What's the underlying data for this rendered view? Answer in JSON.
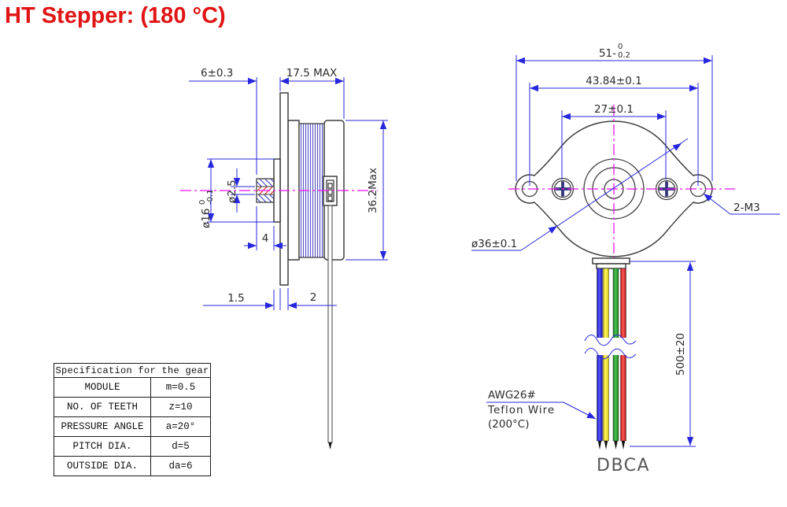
{
  "title": "HT Stepper: (180 °C)",
  "colors": {
    "title_red": "#e11414",
    "dim_blue": "#2727dd",
    "centerline_magenta": "#ef10ef",
    "outline_dark": "#3f3f3f",
    "lamination_blue": "#5353c8",
    "hatch_blue": "#4040c0",
    "hatch_red": "#e03636",
    "wire_blue": "#1414c8",
    "wire_yellow": "#e6dc00",
    "wire_green": "#188a1e",
    "wire_red": "#cf1414",
    "text_dark": "#2b2b2b",
    "label_gray": "#565656"
  },
  "side_view": {
    "dim_overhang": "6±0.3",
    "dim_length": "17.5 MAX",
    "dim_pilot_prefix": "ø16",
    "dim_pilot_tol_upper": "0",
    "dim_pilot_tol_lower": "-0.1",
    "dim_shaft": "ø2.5",
    "dim_gear_len": "4",
    "dim_height": "36.2Max",
    "dim_boss_thk": "1.5",
    "dim_flange_thk": "2"
  },
  "front_view": {
    "dim_width_prefix": "51-",
    "dim_width_tol_upper": "0",
    "dim_width_tol_lower": "0.2",
    "dim_mount_span": "43.84±0.1",
    "dim_screw_span": "27±0.1",
    "dim_body_dia": "ø36±0.1",
    "dim_holes": "2-M3",
    "dim_wire_len": "500±20",
    "wire_note_line1": "AWG26#",
    "wire_note_line2": "Teflon Wire",
    "wire_note_line3": "(200°C)",
    "wire_designators": "DBCA"
  },
  "gear_table": {
    "title": "Specification for the gear",
    "rows": [
      {
        "label": "MODULE",
        "value": "m=0.5"
      },
      {
        "label": "NO. OF TEETH",
        "value": "z=10"
      },
      {
        "label": "PRESSURE ANGLE",
        "value": "a=20°"
      },
      {
        "label": "PITCH DIA.",
        "value": "d=5"
      },
      {
        "label": "OUTSIDE DIA.",
        "value": "da=6"
      }
    ]
  }
}
